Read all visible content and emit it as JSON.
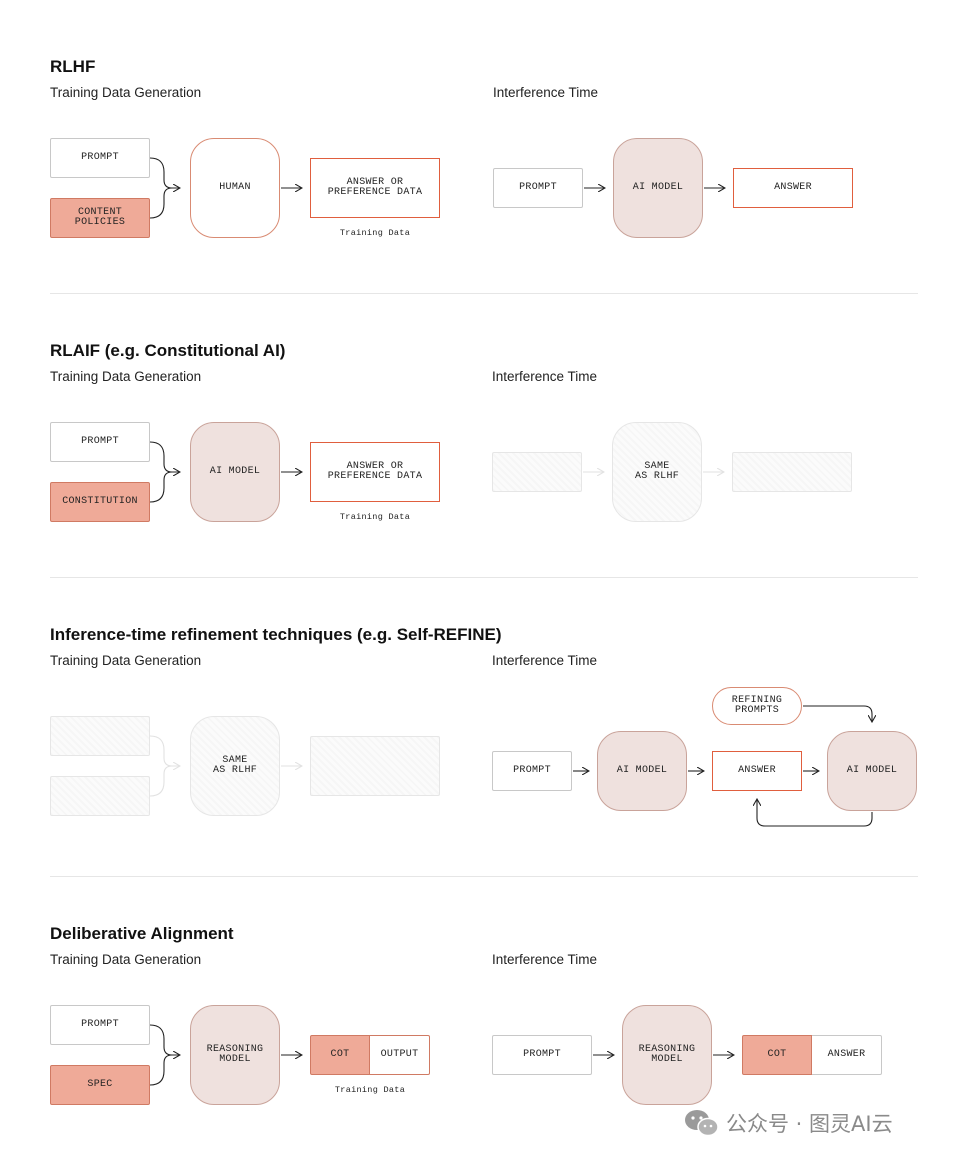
{
  "sections": [
    {
      "title": "RLHF",
      "train_label": "Training Data Generation",
      "infer_label": "Interference Time",
      "train": {
        "prompt": "PROMPT",
        "source": "CONTENT\nPOLICIES",
        "center": "HUMAN",
        "output": "ANSWER OR\nPREFERENCE DATA",
        "caption": "Training Data"
      },
      "infer": {
        "prompt": "PROMPT",
        "model": "AI MODEL",
        "answer": "ANSWER"
      }
    },
    {
      "title": "RLAIF (e.g. Constitutional AI)",
      "train_label": "Training Data Generation",
      "infer_label": "Interference Time",
      "train": {
        "prompt": "PROMPT",
        "source": "CONSTITUTION",
        "center": "AI MODEL",
        "output": "ANSWER OR\nPREFERENCE DATA",
        "caption": "Training Data"
      },
      "infer": {
        "model": "SAME\nAS RLHF"
      }
    },
    {
      "title": "Inference-time refinement techniques (e.g. Self-REFINE)",
      "train_label": "Training Data Generation",
      "infer_label": "Interference Time",
      "train": {
        "center": "SAME\nAS RLHF"
      },
      "infer": {
        "prompt": "PROMPT",
        "model1": "AI MODEL",
        "answer": "ANSWER",
        "refining": "REFINING\nPROMPTS",
        "model2": "AI MODEL"
      }
    },
    {
      "title": "Deliberative Alignment",
      "train_label": "Training Data Generation",
      "infer_label": "Interference Time",
      "train": {
        "prompt": "PROMPT",
        "source": "SPEC",
        "center": "REASONING\nMODEL",
        "cot": "COT",
        "output": "OUTPUT",
        "caption": "Training Data"
      },
      "infer": {
        "prompt": "PROMPT",
        "model": "REASONING\nMODEL",
        "cot": "COT",
        "answer": "ANSWER"
      }
    }
  ],
  "watermark": "公众号 · 图灵AI云",
  "colors": {
    "accent_orange": "#e05e3e",
    "salmon_fill": "#efaa98",
    "model_fill": "#efe1de"
  }
}
